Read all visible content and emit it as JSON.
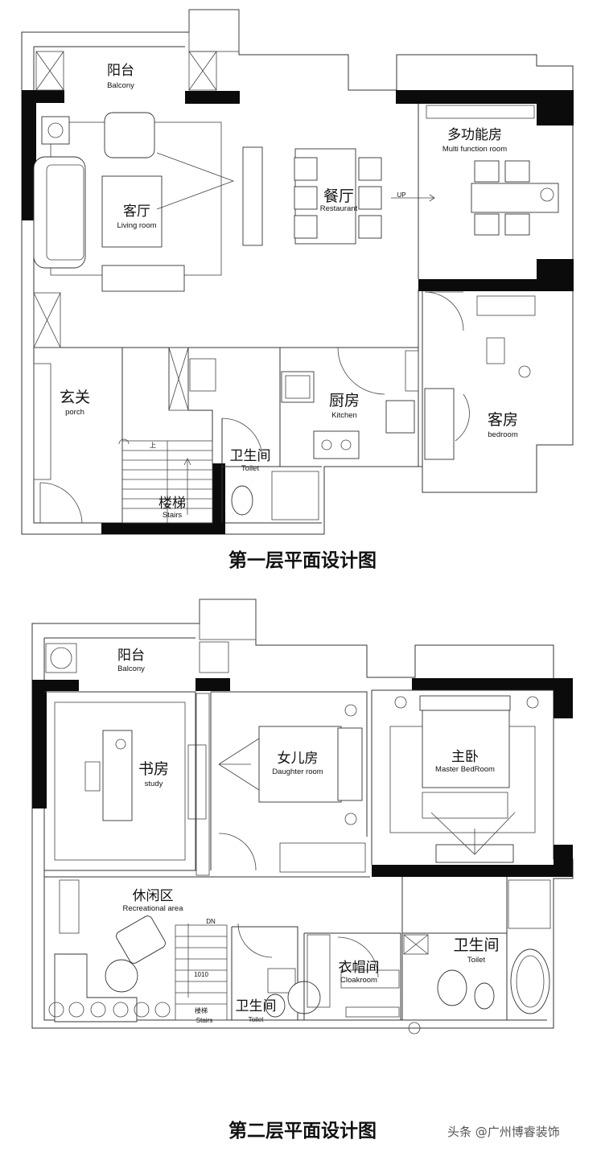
{
  "floor1": {
    "title": "第一层平面设计图",
    "rooms": {
      "balcony": {
        "cn": "阳台",
        "en": "Balcony"
      },
      "living": {
        "cn": "客厅",
        "en": "Living room"
      },
      "restaurant": {
        "cn": "餐厅",
        "en": "Restaurant"
      },
      "multi": {
        "cn": "多功能房",
        "en": "Multi function room"
      },
      "porch": {
        "cn": "玄关",
        "en": "porch"
      },
      "kitchen": {
        "cn": "厨房",
        "en": "Kitchen"
      },
      "bedroom": {
        "cn": "客房",
        "en": "bedroom"
      },
      "toilet": {
        "cn": "卫生间",
        "en": "Toilet"
      },
      "stairs": {
        "cn": "楼梯",
        "en": "Stairs"
      }
    },
    "marks": {
      "up": "UP",
      "stair_up": "上"
    }
  },
  "floor2": {
    "title": "第二层平面设计图",
    "rooms": {
      "balcony": {
        "cn": "阳台",
        "en": "Balcony"
      },
      "study": {
        "cn": "书房",
        "en": "study"
      },
      "daughter": {
        "cn": "女儿房",
        "en": "Daughter room"
      },
      "master": {
        "cn": "主卧",
        "en": "Master BedRoom"
      },
      "recreational": {
        "cn": "休闲区",
        "en": "Recreational area"
      },
      "toilet_small": {
        "cn": "卫生间",
        "en": "Toilet"
      },
      "cloakroom": {
        "cn": "衣帽间",
        "en": "Cloakroom"
      },
      "toilet_master": {
        "cn": "卫生间",
        "en": "Toilet"
      },
      "stairs": {
        "cn": "楼梯",
        "en": "Stairs"
      }
    },
    "marks": {
      "dn": "DN",
      "dim": "1010"
    }
  },
  "watermark": "头条 @广州博睿装饰"
}
